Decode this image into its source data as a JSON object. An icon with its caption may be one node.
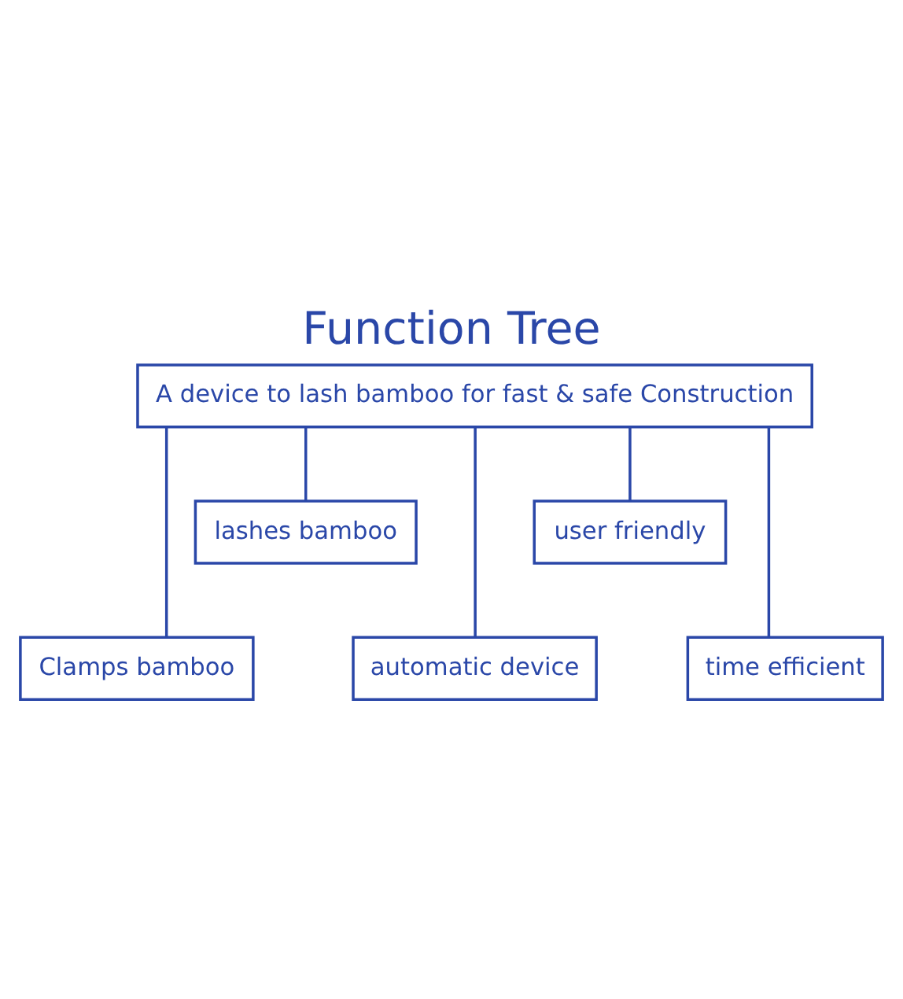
{
  "diagram": {
    "title": "Function Tree",
    "nodes": [
      {
        "text": [
          "A device to lash bamboo for fast & safe Construction"
        ]
      },
      {
        "text": [
          "Clamps bamboo"
        ]
      },
      {
        "text": [
          "lashes bamboo"
        ]
      },
      {
        "text": [
          "automatic device"
        ]
      },
      {
        "text": [
          "user friendly"
        ]
      },
      {
        "text": [
          "time efficient"
        ]
      }
    ],
    "edges": [
      {
        "from": 0,
        "to": 1,
        "arrow": "none"
      },
      {
        "from": 0,
        "to": 2,
        "arrow": "none"
      },
      {
        "from": 0,
        "to": 3,
        "arrow": "none"
      },
      {
        "from": 0,
        "to": 4,
        "arrow": "none"
      },
      {
        "from": 0,
        "to": 5,
        "arrow": "none"
      }
    ]
  }
}
